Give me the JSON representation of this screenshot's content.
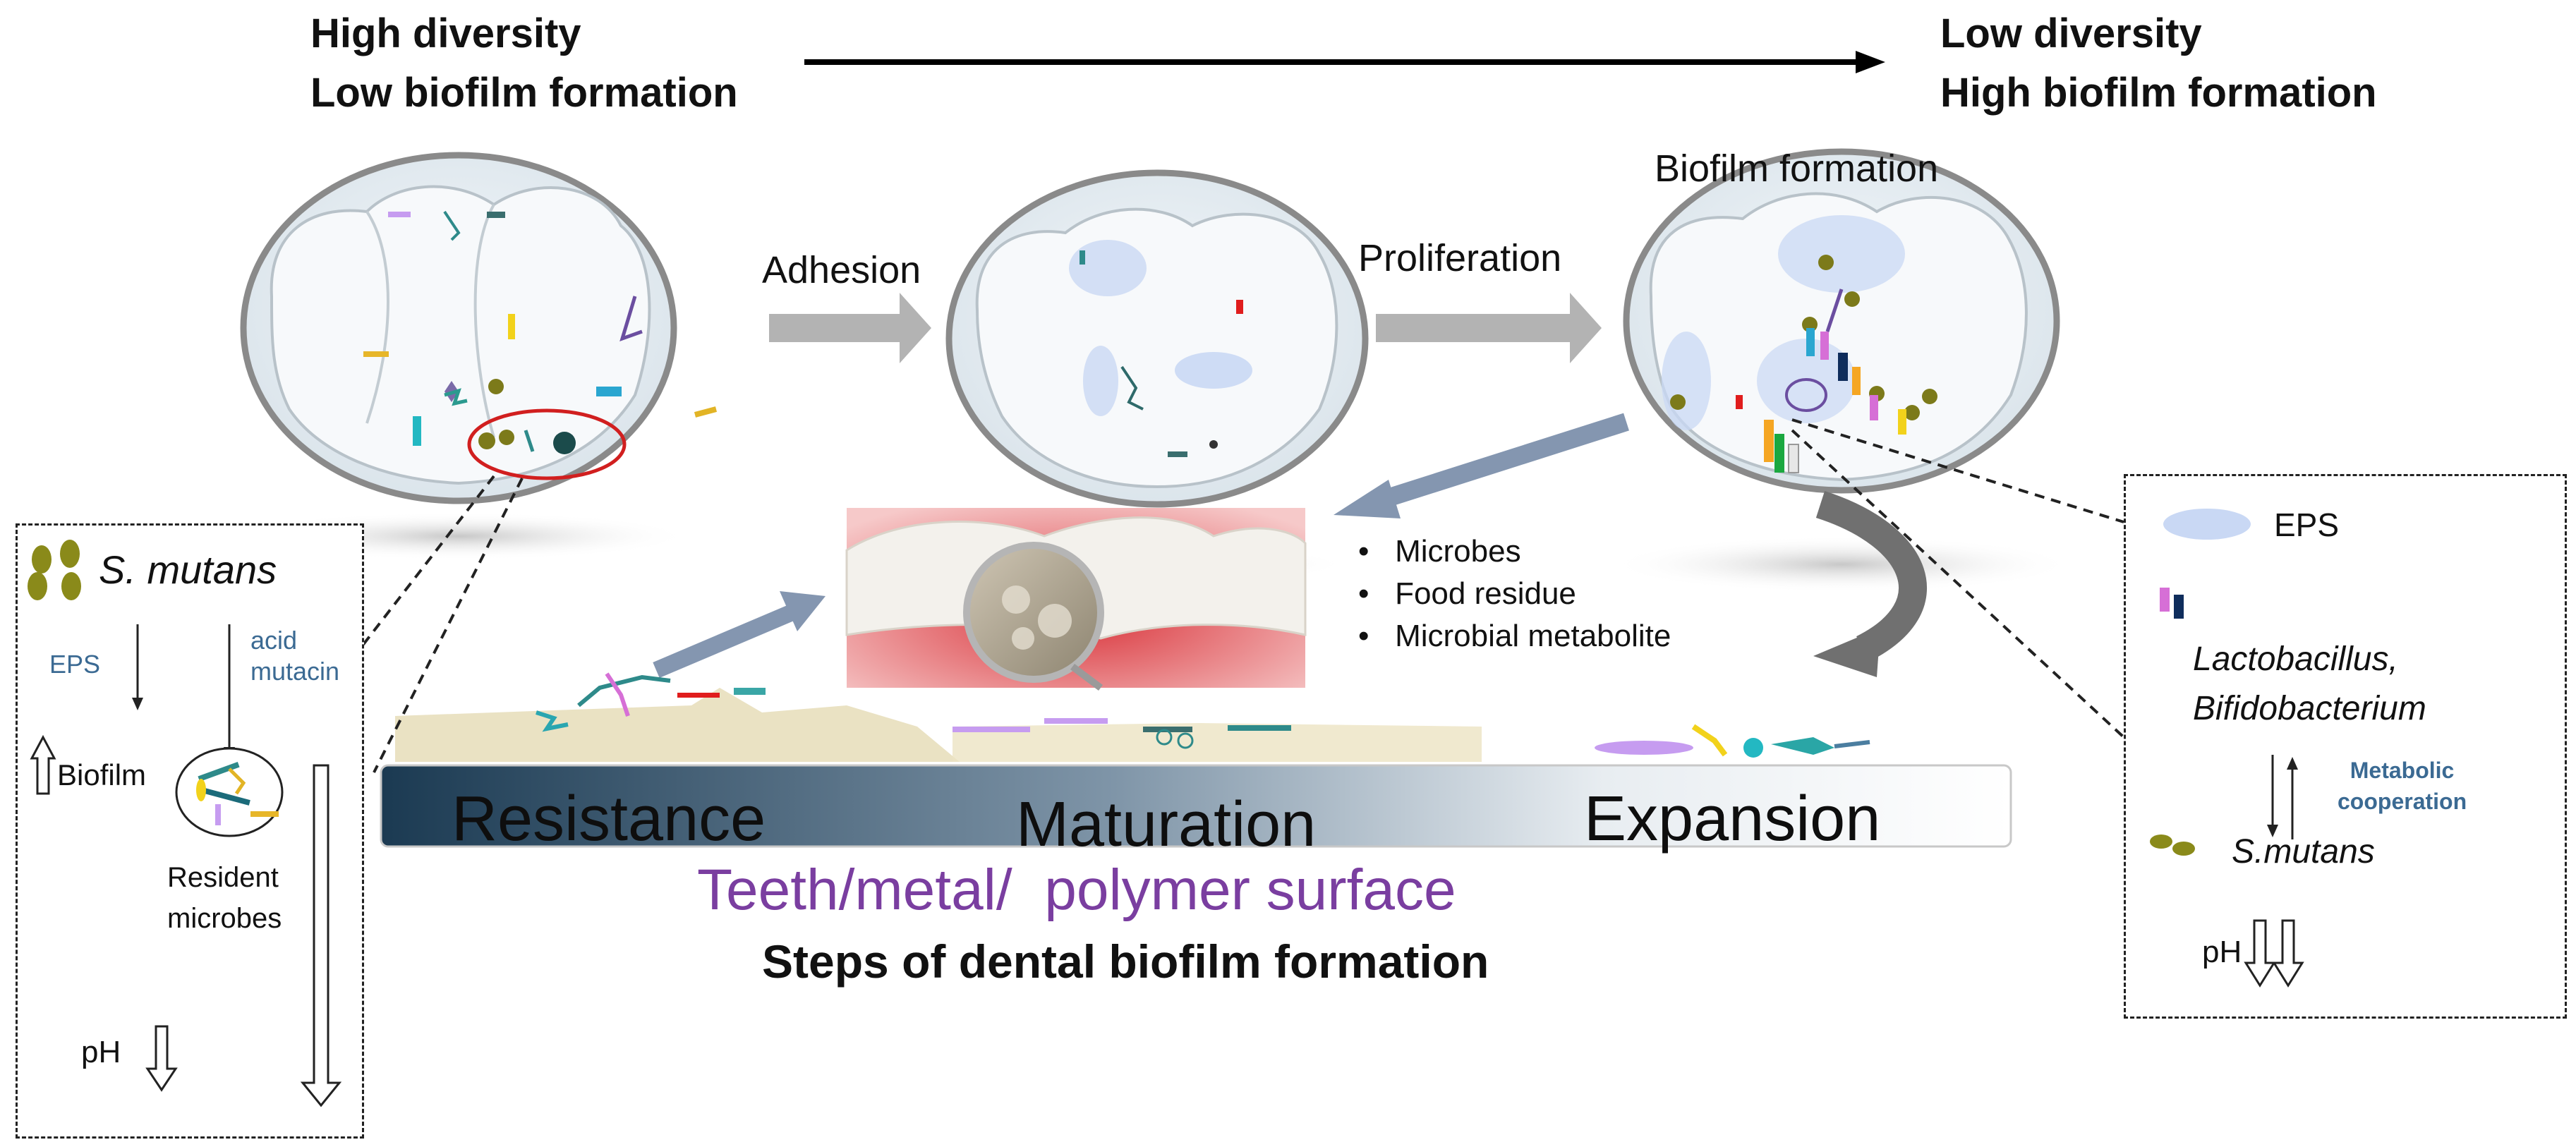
{
  "header": {
    "left_line1": "High diversity",
    "left_line2": "Low biofilm formation",
    "right_line1": "Low diversity",
    "right_line2": "High biofilm formation"
  },
  "stages": {
    "adhesion": "Adhesion",
    "proliferation": "Proliferation",
    "biofilm_formation": "Biofilm formation"
  },
  "contributors": [
    "Microbes",
    "Food residue",
    "Microbial metabolite"
  ],
  "gradient_bar": {
    "resistance": "Resistance",
    "maturation": "Maturation",
    "expansion": "Expansion"
  },
  "surface_label": "Teeth/metal/  polymer surface",
  "caption": "Steps of dental biofilm formation",
  "left_panel": {
    "species": "S. mutans",
    "eps": "EPS",
    "acid": "acid",
    "mutacin": "mutacin",
    "biofilm": "Biofilm",
    "resident_line1": "Resident",
    "resident_line2": "microbes",
    "ph": "pH"
  },
  "right_panel": {
    "eps": "EPS",
    "lacto_line1": "Lactobacillus,",
    "lacto_line2": "Bifidobacterium",
    "metabolic_line1": "Metabolic",
    "metabolic_line2": "cooperation",
    "smutans": "S.mutans",
    "ph": "pH"
  },
  "colors": {
    "bar_dark": "#1b3a52",
    "bar_light": "#ffffff",
    "surface_text": "#7a3ea0",
    "note_blue": "#3b6a93",
    "arrow_gray": "#b3b3b3",
    "arrow_steel": "#8496b0"
  }
}
